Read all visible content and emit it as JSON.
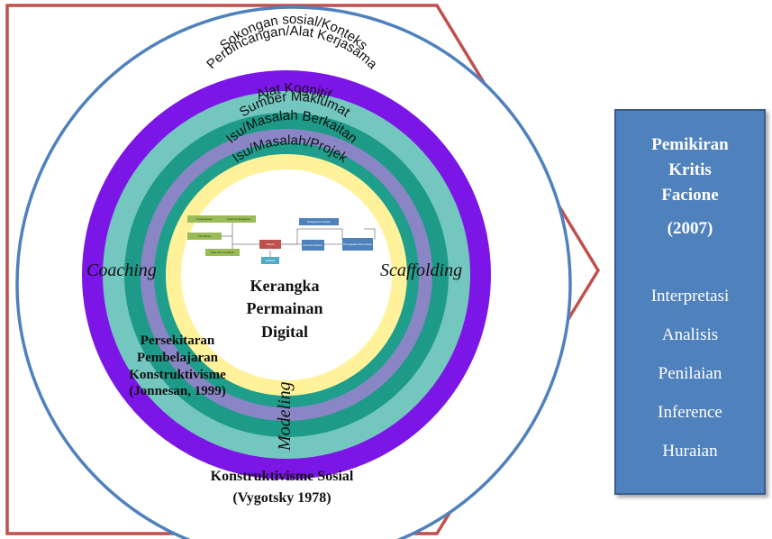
{
  "rings": [
    {
      "label": "Sokongan sosial/Konteks",
      "color": "#7b16e6"
    },
    {
      "label": "Perbincangan/Alat Kerjasama",
      "color": "#74c7bf"
    },
    {
      "label": "Alat Kognitif",
      "color": "#1e9a88"
    },
    {
      "label": "Sumber Maklumat",
      "color": "#8a86c6"
    },
    {
      "label": "Isu/Masalah Berkaitan",
      "color": "#1f9e8c"
    },
    {
      "label": "Isu/Masalah/Projek",
      "color": "#fff29a"
    }
  ],
  "frame_color": "#c0504d",
  "outer_circle_color": "#4f81bd",
  "method_labels": {
    "coaching": "Coaching",
    "scaffolding": "Scaffolding",
    "modeling": "Modeling"
  },
  "center_title": [
    "Kerangka",
    "Permainan",
    "Digital"
  ],
  "environment_label": [
    "Persekitaran",
    "Pembelajaran",
    "Konstruktivisme",
    "(Jonnesan, 1999)"
  ],
  "social_label": [
    "Konstruktivisme Sosial",
    "(Vygotsky 1978)"
  ],
  "side_box": {
    "title": [
      "Pemikiran",
      "Kritis",
      "Facione"
    ],
    "year": "(2007)",
    "items": [
      "Interpretasi",
      "Analisis",
      "Penilaian",
      "Inference",
      "Huraian"
    ]
  },
  "mini_flowchart": {
    "nodes": [
      "Pengetahuan",
      "Hasil Pembelajaran",
      "Kemahiran",
      "Nilai dan Pemikiran",
      "Aktiviti",
      "Strategi Permainan",
      "Aras Permainan",
      "Peningkatan Permainan",
      "Refleksi"
    ]
  }
}
